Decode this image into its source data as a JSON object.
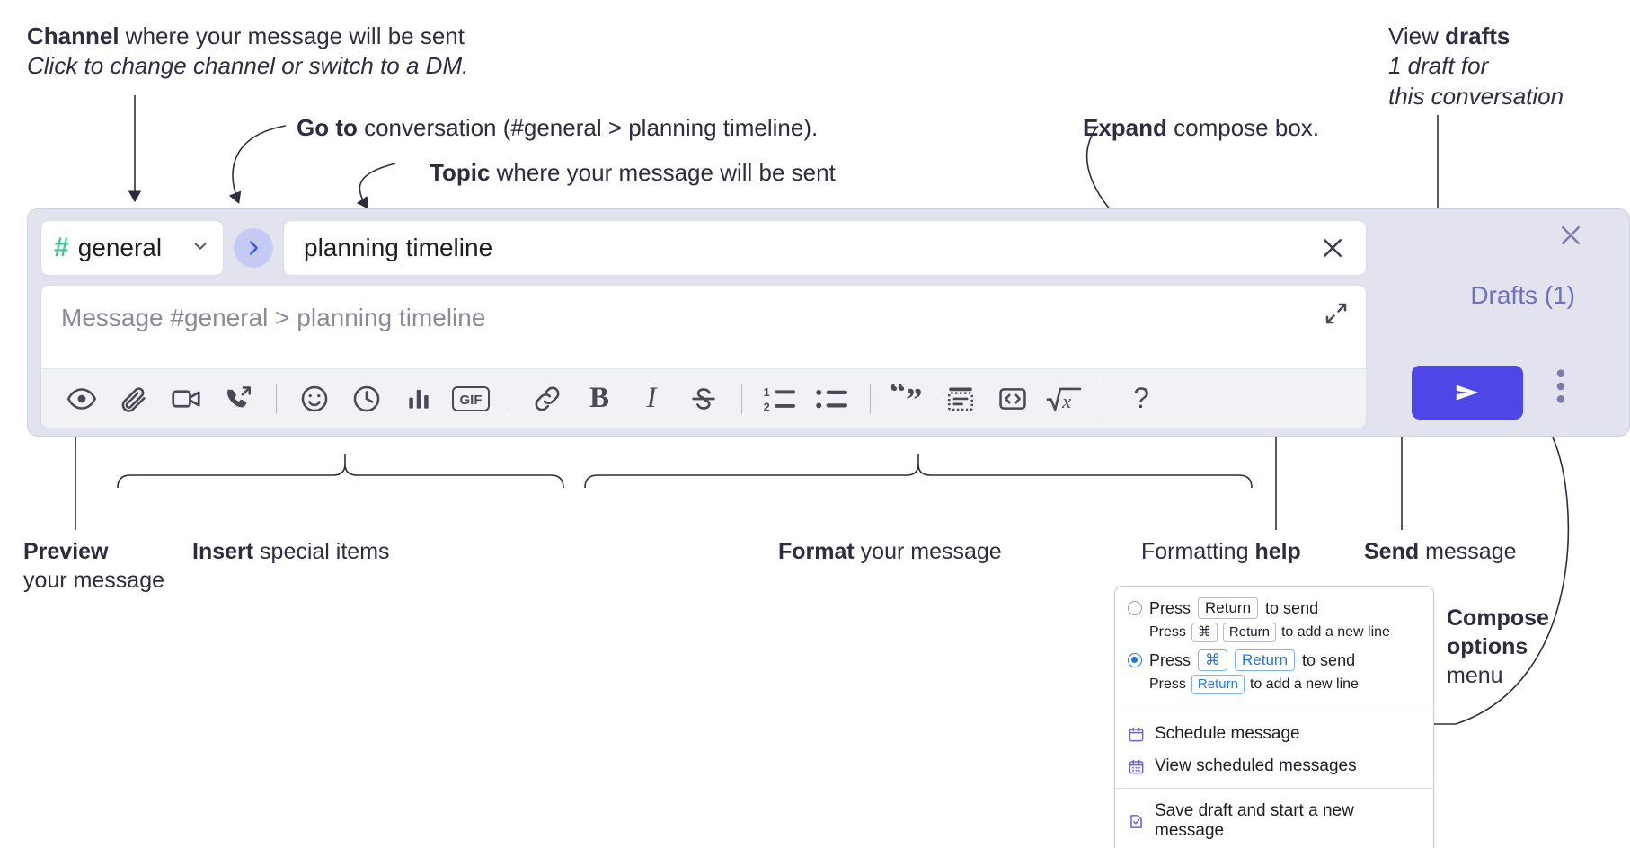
{
  "annotations": {
    "channel": {
      "bold": "Channel",
      "rest": " where your message will be sent",
      "italic": "Click to change channel or switch to a DM."
    },
    "goto": {
      "bold": "Go to",
      "rest": " conversation (#general > planning timeline)."
    },
    "topic": {
      "bold": "Topic",
      "rest": " where your message will be sent"
    },
    "expand": {
      "bold": "Expand",
      "rest": " compose box."
    },
    "drafts": {
      "pre": "View ",
      "bold": "drafts",
      "italic1": "1 draft for",
      "italic2": "this conversation"
    },
    "preview": {
      "bold": "Preview",
      "rest": "your message"
    },
    "insert": {
      "bold": "Insert",
      "rest": " special items"
    },
    "format": {
      "bold": "Format",
      "rest": " your message"
    },
    "help": {
      "pre": "Formatting ",
      "bold": "help"
    },
    "send": {
      "bold": "Send",
      "rest": " message"
    },
    "compose_options": {
      "bold1": "Compose",
      "bold2": "options",
      "rest": "menu"
    }
  },
  "compose": {
    "channel_name": "general",
    "channel_icon": "hash-icon",
    "channel_chevron": "chevron-down-icon",
    "go_icon": "chevron-right-icon",
    "topic_value": "planning timeline",
    "topic_clear_icon": "close-icon",
    "message_placeholder": "Message #general > planning timeline",
    "expand_icon": "expand-icon",
    "close_icon": "close-icon",
    "drafts_label": "Drafts (1)",
    "send_icon": "send-icon",
    "kebab_icon": "more-vertical-icon",
    "toolbar": [
      {
        "name": "preview-icon",
        "group": "left"
      },
      {
        "name": "attachment-icon",
        "group": "left"
      },
      {
        "name": "video-icon",
        "group": "left"
      },
      {
        "name": "call-icon",
        "group": "left"
      },
      {
        "name": "divider",
        "group": "sep"
      },
      {
        "name": "emoji-icon",
        "group": "insert"
      },
      {
        "name": "clock-icon",
        "group": "insert"
      },
      {
        "name": "poll-icon",
        "group": "insert"
      },
      {
        "name": "gif-icon",
        "group": "insert",
        "label": "GIF"
      },
      {
        "name": "divider",
        "group": "sep"
      },
      {
        "name": "link-icon",
        "group": "format"
      },
      {
        "name": "bold-icon",
        "group": "format",
        "label": "B"
      },
      {
        "name": "italic-icon",
        "group": "format",
        "label": "I"
      },
      {
        "name": "strikethrough-icon",
        "group": "format",
        "label": "S"
      },
      {
        "name": "divider",
        "group": "sep"
      },
      {
        "name": "ordered-list-icon",
        "group": "format"
      },
      {
        "name": "bullet-list-icon",
        "group": "format"
      },
      {
        "name": "divider",
        "group": "sep"
      },
      {
        "name": "blockquote-icon",
        "group": "format"
      },
      {
        "name": "code-block-icon",
        "group": "format"
      },
      {
        "name": "code-icon",
        "group": "format"
      },
      {
        "name": "math-icon",
        "group": "format"
      },
      {
        "name": "divider",
        "group": "sep"
      },
      {
        "name": "help-icon",
        "group": "help",
        "label": "?"
      }
    ]
  },
  "dropdown": {
    "option1": {
      "pre": "Press",
      "key": "Return",
      "post": "to send",
      "selected": false
    },
    "option1_sub": {
      "pre": "Press",
      "key1": "⌘",
      "key2": "Return",
      "post": "to add a new line"
    },
    "option2": {
      "pre": "Press",
      "key1": "⌘",
      "key2": "Return",
      "post": "to send",
      "selected": true
    },
    "option2_sub": {
      "pre": "Press",
      "key": "Return",
      "post": "to add a new line"
    },
    "items": [
      {
        "label": "Schedule message",
        "icon": "calendar-icon"
      },
      {
        "label": "View scheduled messages",
        "icon": "calendar-grid-icon"
      },
      {
        "label": "Save draft and start a new message",
        "icon": "draft-check-icon"
      }
    ]
  },
  "colors": {
    "accent": "#4f46e8",
    "channel_hash": "#3ec98c",
    "drafts_text": "#6e70b8",
    "compose_bg": "#e2e3ef",
    "radio_blue": "#1f7ae0",
    "menu_icon_purple": "#6c5ce7"
  }
}
